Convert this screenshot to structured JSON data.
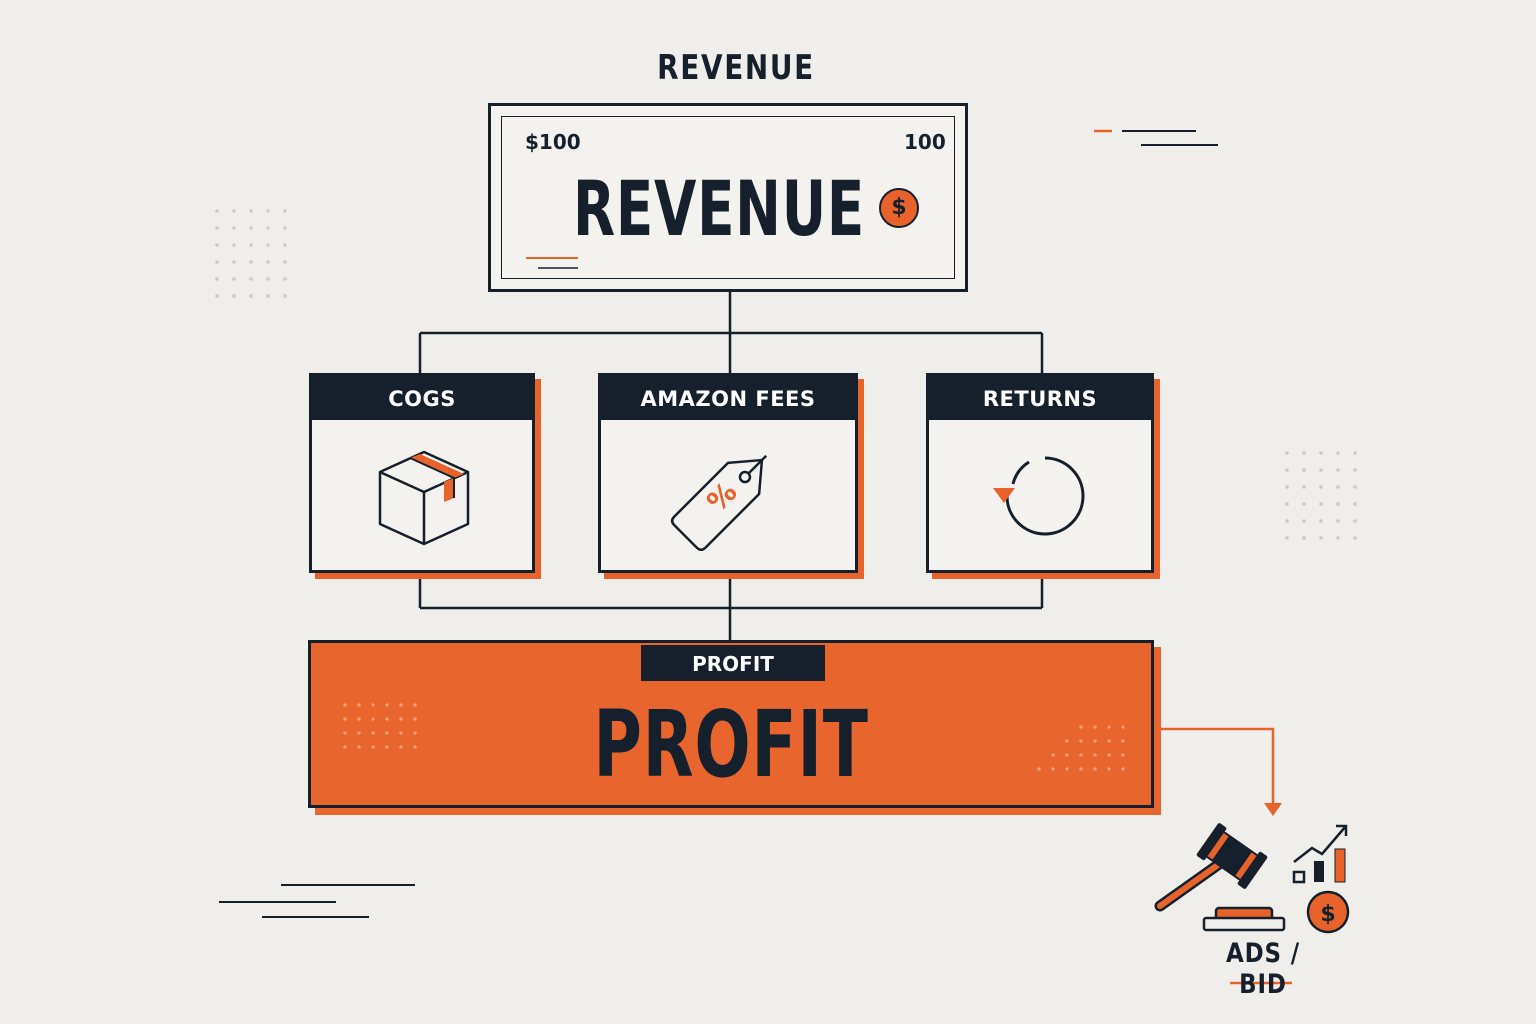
{
  "header": {
    "title": "REVENUE"
  },
  "revenue_bill": {
    "amount_label": "$100",
    "denomination": "100",
    "title": "REVENUE",
    "coin_symbol": "$"
  },
  "costs": [
    {
      "label": "COGS",
      "icon": "box-icon"
    },
    {
      "label": "AMAZON FEES",
      "icon": "percent-tag-icon"
    },
    {
      "label": "RETURNS",
      "icon": "return-arrow-icon"
    }
  ],
  "profit": {
    "tab_label": "PROFIT",
    "title": "PROFIT"
  },
  "ads": {
    "label": "ADS / BID",
    "icons": [
      "gavel-icon",
      "growth-chart-icon",
      "dollar-coin-icon"
    ]
  },
  "colors": {
    "accent": "#e8622c",
    "ink": "#15202c",
    "background": "#f0eeea"
  }
}
